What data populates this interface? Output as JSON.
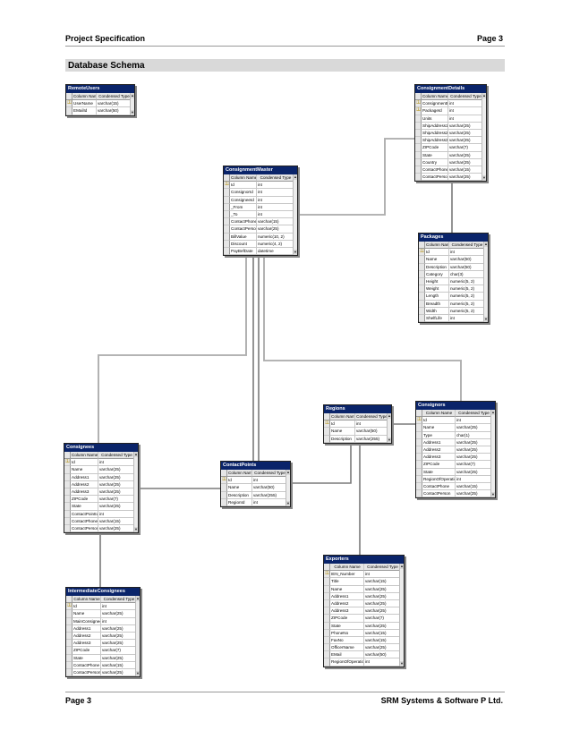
{
  "header": {
    "title": "Project Specification",
    "page": "Page 3"
  },
  "section_title": "Database Schema",
  "footer": {
    "page": "Page 3",
    "company": "SRM Systems & Software P Ltd."
  },
  "column_headers": {
    "name": "Column Name",
    "type": "Condensed Type"
  },
  "icons": {
    "primary_key": "key-icon",
    "scroll_up": "scroll-up-icon",
    "scroll_down": "scroll-down-icon"
  },
  "colors": {
    "title_bar": "#0a246a",
    "connector": "#7a7a7a"
  },
  "tables": [
    {
      "id": "remoteusers",
      "title": "RemoteUsers",
      "columns": [
        {
          "name": "UserName",
          "type": "varchar(15)",
          "pk": true
        },
        {
          "name": "EMailId",
          "type": "varchar(50)"
        }
      ]
    },
    {
      "id": "consignmentdetails",
      "title": "ConsignmentDetails",
      "columns": [
        {
          "name": "ConsignmentId",
          "type": "int",
          "pk": true
        },
        {
          "name": "PackageId",
          "type": "int",
          "pk": true
        },
        {
          "name": "Units",
          "type": "int"
        },
        {
          "name": "ShipAddress1",
          "type": "varchar(25)"
        },
        {
          "name": "ShipAddress2",
          "type": "varchar(25)"
        },
        {
          "name": "ShipAddress3",
          "type": "varchar(25)"
        },
        {
          "name": "ZIPCode",
          "type": "varchar(7)"
        },
        {
          "name": "State",
          "type": "varchar(25)"
        },
        {
          "name": "Country",
          "type": "varchar(25)"
        },
        {
          "name": "ContactPhone",
          "type": "varchar(15)"
        },
        {
          "name": "ContactPerson",
          "type": "varchar(25)"
        }
      ]
    },
    {
      "id": "consignmentmaster",
      "title": "ConsignmentMaster",
      "columns": [
        {
          "name": "Id",
          "type": "int",
          "pk": true
        },
        {
          "name": "ConsignorId",
          "type": "int"
        },
        {
          "name": "ConsigneeId",
          "type": "int"
        },
        {
          "name": "_From",
          "type": "int"
        },
        {
          "name": "_To",
          "type": "int"
        },
        {
          "name": "ContactPhone",
          "type": "varchar(15)"
        },
        {
          "name": "ContactPerson",
          "type": "varchar(25)"
        },
        {
          "name": "BillValue",
          "type": "numeric(10, 2)"
        },
        {
          "name": "Discount",
          "type": "numeric(4, 2)"
        },
        {
          "name": "PayBefDate",
          "type": "datetime"
        }
      ]
    },
    {
      "id": "packages",
      "title": "Packages",
      "columns": [
        {
          "name": "Id",
          "type": "int",
          "pk": true
        },
        {
          "name": "Name",
          "type": "varchar(50)"
        },
        {
          "name": "Description",
          "type": "varchar(50)"
        },
        {
          "name": "Category",
          "type": "char(3)"
        },
        {
          "name": "Height",
          "type": "numeric(5, 2)"
        },
        {
          "name": "Weight",
          "type": "numeric(5, 2)"
        },
        {
          "name": "Length",
          "type": "numeric(5, 2)"
        },
        {
          "name": "Breadth",
          "type": "numeric(5, 2)"
        },
        {
          "name": "Width",
          "type": "numeric(5, 2)"
        },
        {
          "name": "ShelfLife",
          "type": "int"
        }
      ]
    },
    {
      "id": "regions",
      "title": "Regions",
      "columns": [
        {
          "name": "Id",
          "type": "int",
          "pk": true
        },
        {
          "name": "Name",
          "type": "varchar(50)"
        },
        {
          "name": "Description",
          "type": "varchar(255)"
        }
      ]
    },
    {
      "id": "consignors",
      "title": "Consignors",
      "columns": [
        {
          "name": "Id",
          "type": "int",
          "pk": true
        },
        {
          "name": "Name",
          "type": "varchar(25)"
        },
        {
          "name": "Type",
          "type": "char(1)"
        },
        {
          "name": "Address1",
          "type": "varchar(25)"
        },
        {
          "name": "Address2",
          "type": "varchar(25)"
        },
        {
          "name": "Address3",
          "type": "varchar(25)"
        },
        {
          "name": "ZIPCode",
          "type": "varchar(7)"
        },
        {
          "name": "State",
          "type": "varchar(25)"
        },
        {
          "name": "RegionOfOperation",
          "type": "int"
        },
        {
          "name": "ContactPhone",
          "type": "varchar(15)"
        },
        {
          "name": "ContactPerson",
          "type": "varchar(25)"
        }
      ]
    },
    {
      "id": "consignees",
      "title": "Consignees",
      "columns": [
        {
          "name": "Id",
          "type": "int",
          "pk": true
        },
        {
          "name": "Name",
          "type": "varchar(25)"
        },
        {
          "name": "Address1",
          "type": "varchar(25)"
        },
        {
          "name": "Address2",
          "type": "varchar(25)"
        },
        {
          "name": "Address3",
          "type": "varchar(25)"
        },
        {
          "name": "ZIPCode",
          "type": "varchar(7)"
        },
        {
          "name": "State",
          "type": "varchar(25)"
        },
        {
          "name": "ContactPointId",
          "type": "int"
        },
        {
          "name": "ContactPhone",
          "type": "varchar(15)"
        },
        {
          "name": "ContactPerson",
          "type": "varchar(25)"
        }
      ]
    },
    {
      "id": "contactpoints",
      "title": "ContactPoints",
      "columns": [
        {
          "name": "Id",
          "type": "int",
          "pk": true
        },
        {
          "name": "Name",
          "type": "varchar(50)"
        },
        {
          "name": "Description",
          "type": "varchar(255)"
        },
        {
          "name": "RegionId",
          "type": "int"
        }
      ]
    },
    {
      "id": "exporters",
      "title": "Exporters",
      "columns": [
        {
          "name": "IEN_Number",
          "type": "int",
          "pk": true
        },
        {
          "name": "Title",
          "type": "varchar(15)"
        },
        {
          "name": "Name",
          "type": "varchar(25)"
        },
        {
          "name": "Address1",
          "type": "varchar(25)"
        },
        {
          "name": "Address2",
          "type": "varchar(25)"
        },
        {
          "name": "Address3",
          "type": "varchar(25)"
        },
        {
          "name": "ZIPCode",
          "type": "varchar(7)"
        },
        {
          "name": "State",
          "type": "varchar(25)"
        },
        {
          "name": "PhoneNo",
          "type": "varchar(15)"
        },
        {
          "name": "FaxNo",
          "type": "varchar(15)"
        },
        {
          "name": "OfficerName",
          "type": "varchar(25)"
        },
        {
          "name": "EMail",
          "type": "varchar(50)"
        },
        {
          "name": "RegionOfOperation",
          "type": "int"
        }
      ]
    },
    {
      "id": "intermediateconsignees",
      "title": "IntermediateConsignees",
      "columns": [
        {
          "name": "Id",
          "type": "int",
          "pk": true
        },
        {
          "name": "Name",
          "type": "varchar(25)"
        },
        {
          "name": "MainConsignee",
          "type": "int"
        },
        {
          "name": "Address1",
          "type": "varchar(25)"
        },
        {
          "name": "Address2",
          "type": "varchar(25)"
        },
        {
          "name": "Address3",
          "type": "varchar(25)"
        },
        {
          "name": "ZIPCode",
          "type": "varchar(7)"
        },
        {
          "name": "State",
          "type": "varchar(25)"
        },
        {
          "name": "ContactPhone",
          "type": "varchar(15)"
        },
        {
          "name": "ContactPerson",
          "type": "varchar(25)"
        }
      ]
    }
  ]
}
